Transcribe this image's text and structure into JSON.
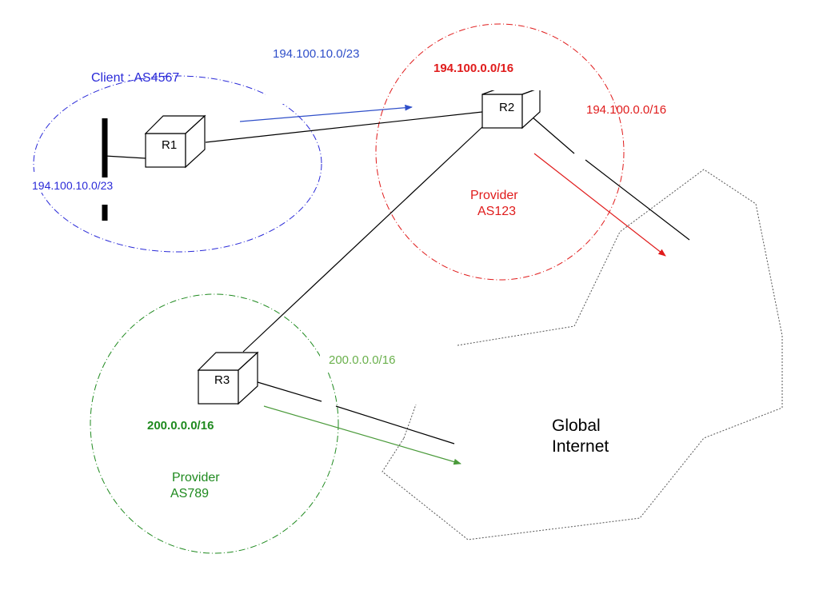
{
  "client": {
    "title": "Client : AS4567",
    "prefix_lan": "194.100.10.0/23",
    "prefix_announced": "194.100.10.0/23",
    "color": "#2a2ad8"
  },
  "provider_as123": {
    "name_line1": "Provider",
    "name_line2": "AS123",
    "prefix_bold": "194.100.0.0/16",
    "prefix_announced": "194.100.0.0/16",
    "color": "#e01b1b"
  },
  "provider_as789": {
    "name_line1": "Provider",
    "name_line2": "AS789",
    "prefix_bold": "200.0.0.0/16",
    "prefix_announced": "200.0.0.0/16",
    "color": "#1f8a1f",
    "announce_color": "#6ab04c"
  },
  "routers": {
    "r1": "R1",
    "r2": "R2",
    "r3": "R3"
  },
  "internet": {
    "line1": "Global",
    "line2": "Internet"
  }
}
